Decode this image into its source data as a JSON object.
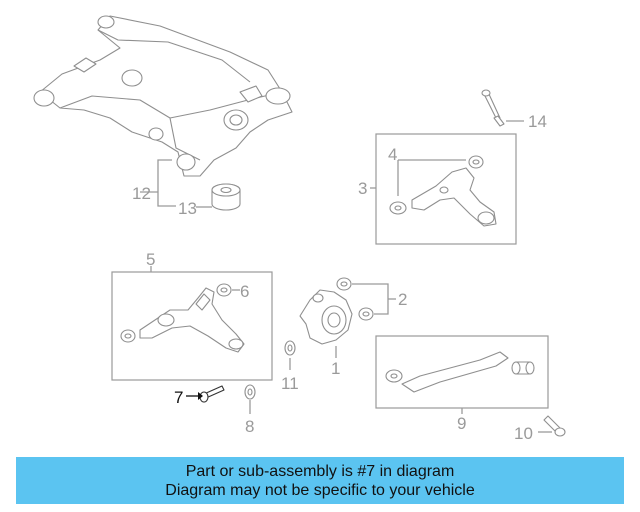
{
  "callouts": {
    "c1": "1",
    "c2": "2",
    "c3": "3",
    "c4": "4",
    "c5": "5",
    "c6": "6",
    "c7": "7",
    "c8": "8",
    "c9": "9",
    "c10": "10",
    "c11": "11",
    "c12": "12",
    "c13": "13",
    "c14": "14"
  },
  "highlighted_callout": "7",
  "colors": {
    "banner": "#5bc4f1",
    "line_art": "#9a9a9a",
    "highlight": "#111111"
  },
  "banner": {
    "line1": "Part or sub-assembly is #7 in diagram",
    "line2": "Diagram may not be specific to your vehicle"
  }
}
